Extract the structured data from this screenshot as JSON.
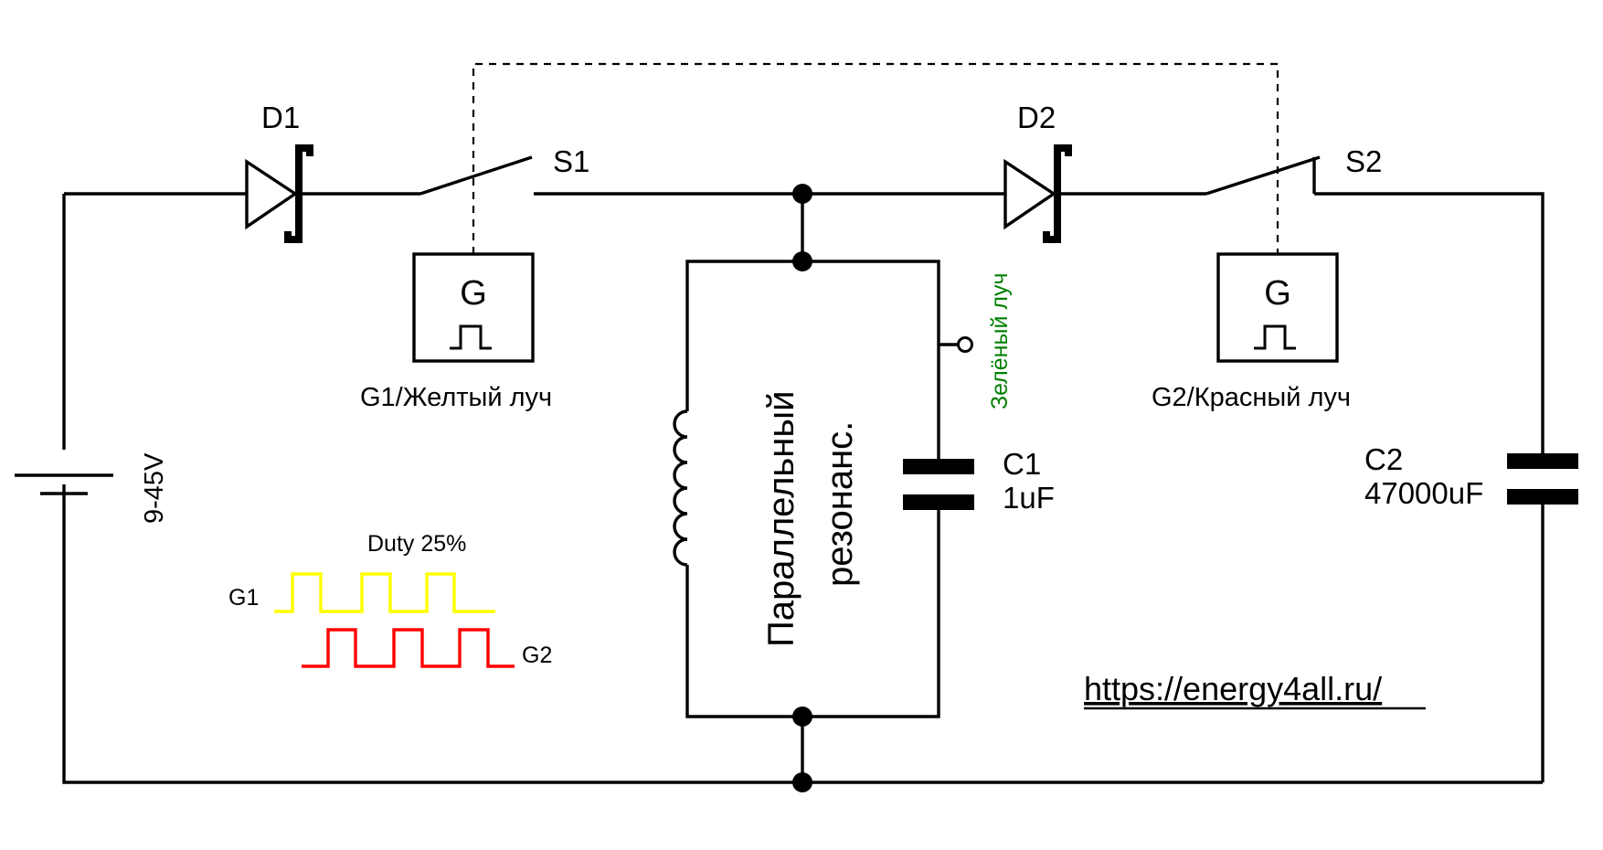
{
  "source_label": "9-45V",
  "diode1": {
    "label": "D1"
  },
  "diode2": {
    "label": "D2"
  },
  "switch1": {
    "label": "S1"
  },
  "switch2": {
    "label": "S2"
  },
  "generator1": {
    "symbol": "G",
    "caption": "G1/Желтый луч"
  },
  "generator2": {
    "symbol": "G",
    "caption": "G2/Красный луч"
  },
  "resonance": {
    "line1": "Параллельный",
    "line2": "резонанс."
  },
  "tap": {
    "label": "Зелёный луч",
    "color": "#008000"
  },
  "cap1": {
    "name": "C1",
    "value": "1uF"
  },
  "cap2": {
    "name": "C2",
    "value": "47000uF"
  },
  "timing": {
    "title": "Duty 25%",
    "g1_label": "G1",
    "g2_label": "G2",
    "g1_color": "#ffff00",
    "g2_color": "#ff0000"
  },
  "url": "https://energy4all.ru/"
}
